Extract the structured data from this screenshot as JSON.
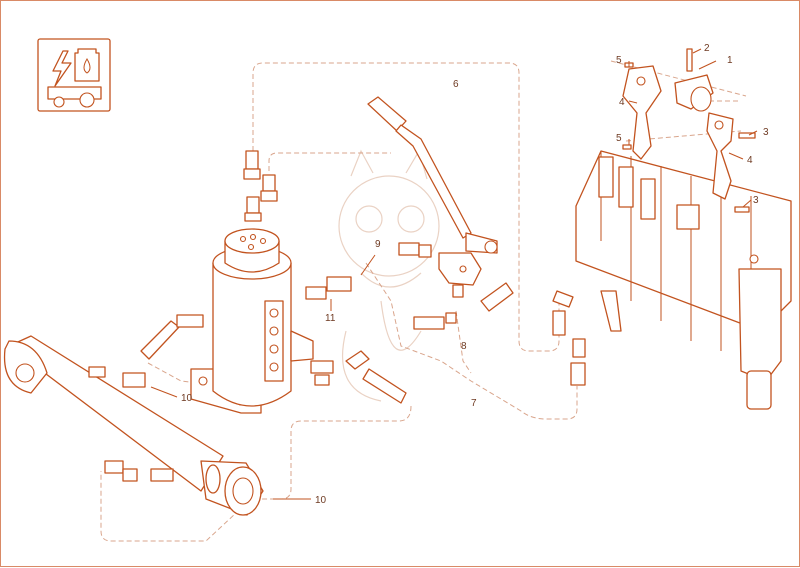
{
  "diagram": {
    "line_color": "#c2531f",
    "badge_icons": [
      "lightning-bolt-icon",
      "hydraulic-fluid-icon",
      "engine-unit-icon"
    ],
    "callouts": {
      "c1": "1",
      "c2": "2",
      "c3a": "3",
      "c3b": "3",
      "c4a": "4",
      "c4b": "4",
      "c5a": "5",
      "c5b": "5",
      "c6": "6",
      "c7": "7",
      "c8": "8",
      "c9": "9",
      "c10a": "10",
      "c10b": "10",
      "c11": "11"
    }
  }
}
